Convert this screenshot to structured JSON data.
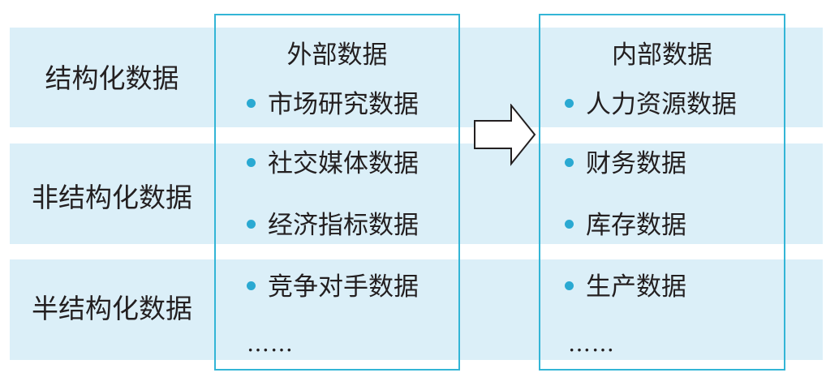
{
  "rows": [
    {
      "label": "结构化数据"
    },
    {
      "label": "非结构化数据"
    },
    {
      "label": "半结构化数据"
    }
  ],
  "external": {
    "title": "外部数据",
    "items": [
      "市场研究数据",
      "社交媒体数据",
      "经济指标数据",
      "竞争对手数据"
    ],
    "more": "……"
  },
  "internal": {
    "title": "内部数据",
    "items": [
      "人力资源数据",
      "财务数据",
      "库存数据",
      "生产数据"
    ],
    "more": "……"
  },
  "colors": {
    "band": "#dbeff8",
    "border": "#33b5d6",
    "bullet": "#2aa9d2",
    "text": "#231f20"
  },
  "arrow": {
    "icon": "right-arrow-icon"
  }
}
